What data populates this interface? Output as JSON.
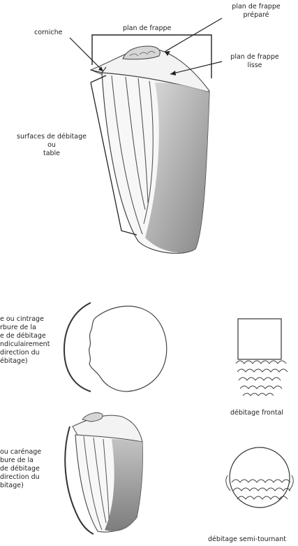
{
  "labels": {
    "plan_frappe": "plan de frappe",
    "plan_frappe_prepare": [
      "plan de frappe",
      "préparé"
    ],
    "corniche": "corniche",
    "plan_frappe_lisse": [
      "plan de frappe",
      "lisse"
    ],
    "surfaces": [
      "surfaces de débitage",
      "ou",
      "table"
    ],
    "cintrage": [
      "e ou cintrage",
      "rbure de la",
      "e de débitage",
      "ndiculairement",
      "direction du",
      "ébitage)"
    ],
    "carenage": [
      "ou carénage",
      "bure de la",
      "de débitage",
      "direction du",
      "bitage)"
    ],
    "frontal": "débitage frontal",
    "semi_tournant": "débitage semi-tournant"
  }
}
